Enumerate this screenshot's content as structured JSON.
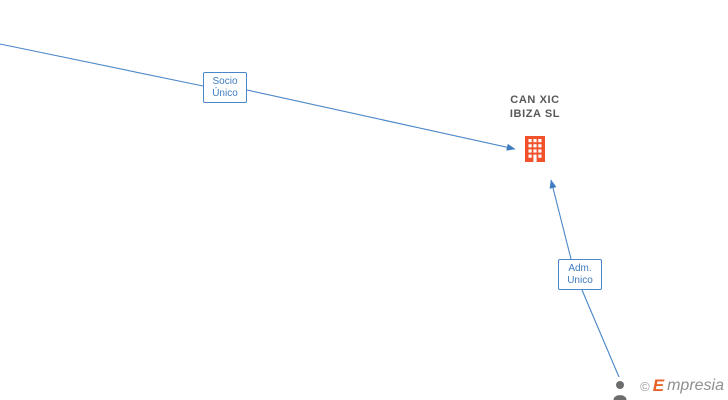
{
  "diagram": {
    "company": {
      "name": "CAN XIC\nIBIZA  SL",
      "icon": "building-icon"
    },
    "relations": [
      {
        "id": "socio-unico",
        "label": "Socio\nÚnico",
        "direction": "incoming-from-left"
      },
      {
        "id": "adm-unico",
        "label": "Adm.\nUnico",
        "direction": "incoming-from-bottom-right"
      }
    ],
    "person": {
      "icon": "person-icon"
    },
    "watermark": {
      "copyright": "©",
      "brand_initial": "E",
      "brand_rest": "mpresia"
    },
    "colors": {
      "edge": "#4a86c8",
      "label_border": "#4a86c8",
      "label_text": "#3f7cc0",
      "company_icon": "#f2522b",
      "title_text": "#585858"
    }
  }
}
